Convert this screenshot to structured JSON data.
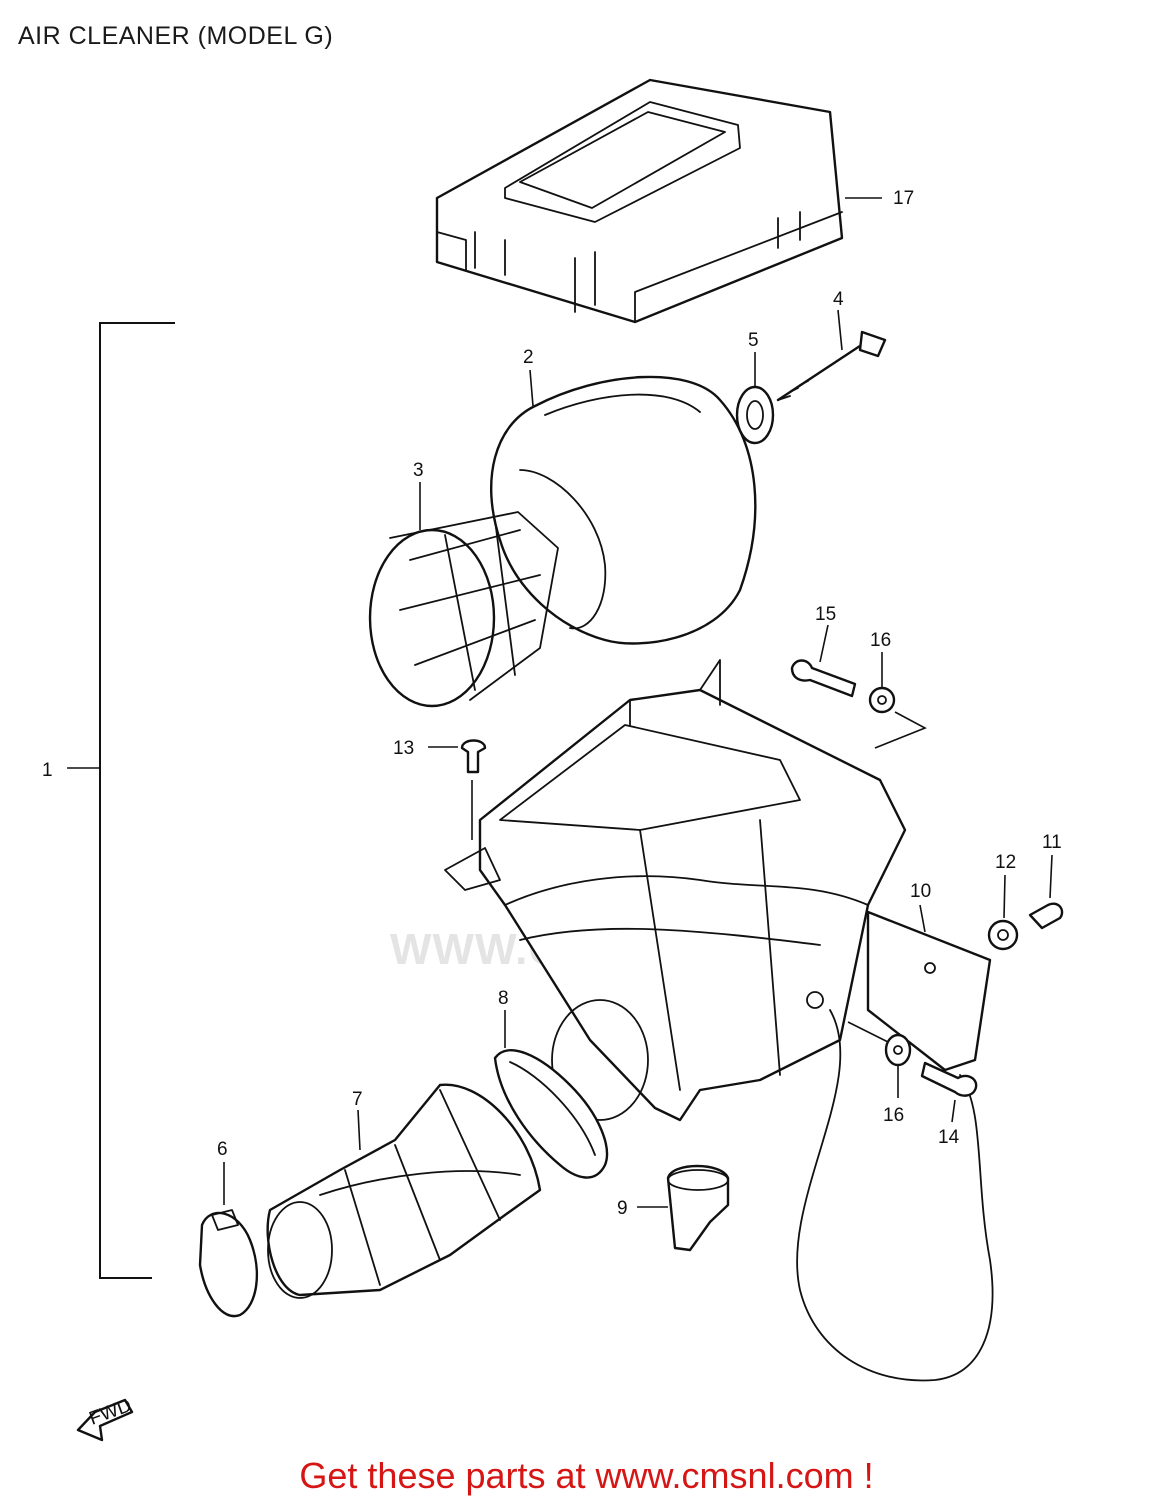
{
  "page": {
    "title": "AIR CLEANER (MODEL G)",
    "footer_link": "Get these parts at www.cmsnl.com !",
    "watermark": "WWW.CMSNL.COM",
    "footer_color": "#d61515"
  },
  "callouts": {
    "c1": "1",
    "c2": "2",
    "c3": "3",
    "c4": "4",
    "c5": "5",
    "c6": "6",
    "c7": "7",
    "c8": "8",
    "c9": "9",
    "c10": "10",
    "c11": "11",
    "c12": "12",
    "c13": "13",
    "c14": "14",
    "c15": "15",
    "c16a": "16",
    "c16b": "16",
    "c17": "17"
  }
}
